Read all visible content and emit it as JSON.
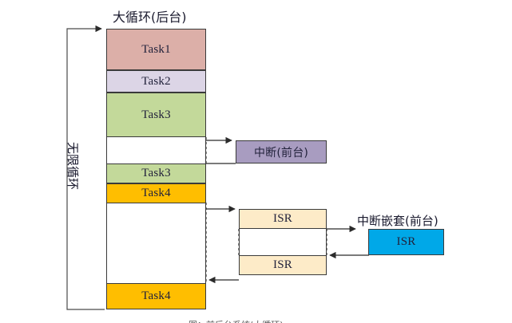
{
  "diagram": {
    "title_main": "大循环(后台)",
    "title_foreground_interrupt": "中断(前台)",
    "title_nested_interrupt": "中断嵌套(前台)",
    "loop_label": "无限循环",
    "caption": "图：前后台系统(大循环)",
    "colors": {
      "task1": "#DCAFA8",
      "task2": "#DCD5E6",
      "task3": "#C3D99A",
      "task4": "#FFBE00",
      "interrupt": "#A89CC0",
      "isr": "#FDEBC8",
      "isr_nested": "#00A8E8",
      "stroke": "#3a3a3a",
      "background": "#FFFFFF"
    },
    "background_blocks": [
      {
        "name": "task1",
        "label": "Task1",
        "color_key": "task1"
      },
      {
        "name": "task2",
        "label": "Task2",
        "color_key": "task2"
      },
      {
        "name": "task3-first",
        "label": "Task3",
        "color_key": "task3"
      },
      {
        "name": "task3-resume",
        "label": "Task3",
        "color_key": "task3"
      },
      {
        "name": "task4-first",
        "label": "Task4",
        "color_key": "task4"
      },
      {
        "name": "task4-resume",
        "label": "Task4",
        "color_key": "task4"
      }
    ],
    "foreground_blocks": [
      {
        "name": "interrupt",
        "label": "中断(前台)",
        "color_key": "interrupt"
      },
      {
        "name": "isr-outer",
        "label": "ISR",
        "color_key": "isr"
      },
      {
        "name": "isr-return",
        "label": "ISR",
        "color_key": "isr"
      },
      {
        "name": "isr-nested",
        "label": "ISR",
        "color_key": "isr_nested"
      }
    ],
    "block_labels": {
      "task1": "Task1",
      "task2": "Task2",
      "task3": "Task3",
      "task3_resume": "Task3",
      "task4": "Task4",
      "task4_resume": "Task4",
      "interrupt": "中断(前台)",
      "isr_outer": "ISR",
      "isr_return": "ISR",
      "isr_nested": "ISR"
    }
  }
}
